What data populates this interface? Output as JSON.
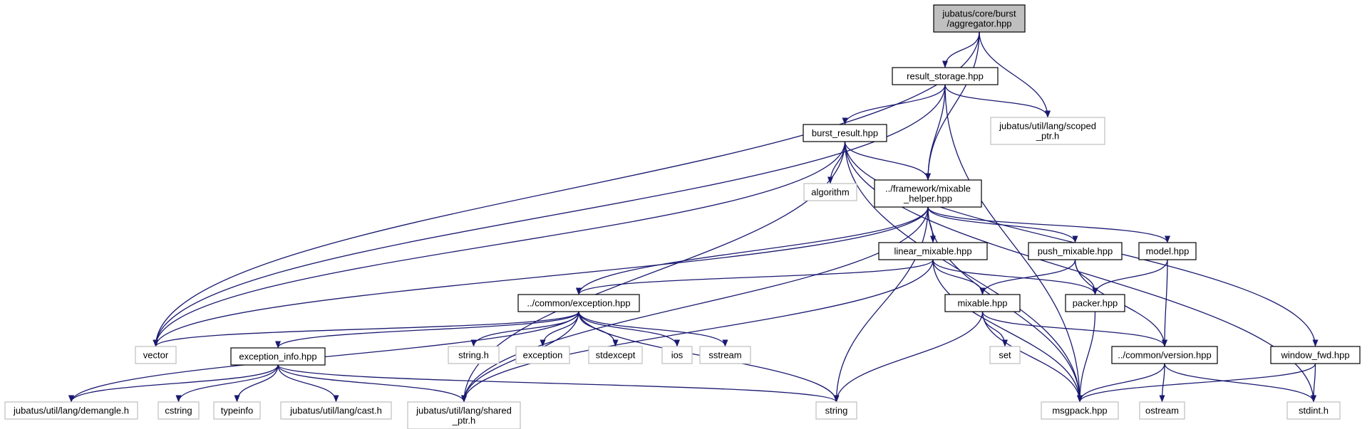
{
  "title": "",
  "colors": {
    "edge": "#191970",
    "root_fill": "#bfbfbf",
    "node_border": "#000000",
    "external_border": "#bfbfbf"
  },
  "nodes": [
    {
      "id": "aggregator",
      "kind": "root",
      "lines": [
        "jubatus/core/burst",
        "/aggregator.hpp"
      ]
    },
    {
      "id": "result_storage",
      "kind": "local",
      "lines": [
        "result_storage.hpp"
      ]
    },
    {
      "id": "scoped_ptr",
      "kind": "ext",
      "lines": [
        "jubatus/util/lang/scoped",
        "_ptr.h"
      ]
    },
    {
      "id": "burst_result",
      "kind": "local",
      "lines": [
        "burst_result.hpp"
      ]
    },
    {
      "id": "algorithm",
      "kind": "ext",
      "lines": [
        "algorithm"
      ]
    },
    {
      "id": "mixable_helper",
      "kind": "local",
      "lines": [
        "../framework/mixable",
        "_helper.hpp"
      ]
    },
    {
      "id": "linear_mixable",
      "kind": "local",
      "lines": [
        "linear_mixable.hpp"
      ]
    },
    {
      "id": "push_mixable",
      "kind": "local",
      "lines": [
        "push_mixable.hpp"
      ]
    },
    {
      "id": "model",
      "kind": "local",
      "lines": [
        "model.hpp"
      ]
    },
    {
      "id": "exception",
      "kind": "local",
      "lines": [
        "../common/exception.hpp"
      ]
    },
    {
      "id": "mixable",
      "kind": "local",
      "lines": [
        "mixable.hpp"
      ]
    },
    {
      "id": "packer",
      "kind": "local",
      "lines": [
        "packer.hpp"
      ]
    },
    {
      "id": "vector",
      "kind": "ext",
      "lines": [
        "vector"
      ]
    },
    {
      "id": "exception_info",
      "kind": "local",
      "lines": [
        "exception_info.hpp"
      ]
    },
    {
      "id": "string_h",
      "kind": "ext",
      "lines": [
        "string.h"
      ]
    },
    {
      "id": "std_exception",
      "kind": "ext",
      "lines": [
        "exception"
      ]
    },
    {
      "id": "stdexcept",
      "kind": "ext",
      "lines": [
        "stdexcept"
      ]
    },
    {
      "id": "ios",
      "kind": "ext",
      "lines": [
        "ios"
      ]
    },
    {
      "id": "sstream",
      "kind": "ext",
      "lines": [
        "sstream"
      ]
    },
    {
      "id": "set",
      "kind": "ext",
      "lines": [
        "set"
      ]
    },
    {
      "id": "version",
      "kind": "local",
      "lines": [
        "../common/version.hpp"
      ]
    },
    {
      "id": "window_fwd",
      "kind": "local",
      "lines": [
        "window_fwd.hpp"
      ]
    },
    {
      "id": "demangle",
      "kind": "ext",
      "lines": [
        "jubatus/util/lang/demangle.h"
      ]
    },
    {
      "id": "cstring",
      "kind": "ext",
      "lines": [
        "cstring"
      ]
    },
    {
      "id": "typeinfo",
      "kind": "ext",
      "lines": [
        "typeinfo"
      ]
    },
    {
      "id": "cast",
      "kind": "ext",
      "lines": [
        "jubatus/util/lang/cast.h"
      ]
    },
    {
      "id": "shared_ptr",
      "kind": "ext",
      "lines": [
        "jubatus/util/lang/shared",
        "_ptr.h"
      ]
    },
    {
      "id": "string",
      "kind": "ext",
      "lines": [
        "string"
      ]
    },
    {
      "id": "msgpack",
      "kind": "ext",
      "lines": [
        "msgpack.hpp"
      ]
    },
    {
      "id": "ostream",
      "kind": "ext",
      "lines": [
        "ostream"
      ]
    },
    {
      "id": "stdint",
      "kind": "ext",
      "lines": [
        "stdint.h"
      ]
    }
  ],
  "edges": [
    [
      "aggregator",
      "vector"
    ],
    [
      "aggregator",
      "result_storage"
    ],
    [
      "aggregator",
      "scoped_ptr"
    ],
    [
      "aggregator",
      "mixable_helper"
    ],
    [
      "result_storage",
      "vector"
    ],
    [
      "result_storage",
      "burst_result"
    ],
    [
      "result_storage",
      "mixable_helper"
    ],
    [
      "result_storage",
      "scoped_ptr"
    ],
    [
      "result_storage",
      "msgpack"
    ],
    [
      "burst_result",
      "vector"
    ],
    [
      "burst_result",
      "shared_ptr"
    ],
    [
      "burst_result",
      "algorithm"
    ],
    [
      "burst_result",
      "mixable_helper"
    ],
    [
      "burst_result",
      "msgpack"
    ],
    [
      "burst_result",
      "window_fwd"
    ],
    [
      "burst_result",
      "stdint"
    ],
    [
      "mixable_helper",
      "vector"
    ],
    [
      "mixable_helper",
      "exception"
    ],
    [
      "mixable_helper",
      "shared_ptr"
    ],
    [
      "mixable_helper",
      "string"
    ],
    [
      "mixable_helper",
      "linear_mixable"
    ],
    [
      "mixable_helper",
      "push_mixable"
    ],
    [
      "mixable_helper",
      "model"
    ],
    [
      "mixable_helper",
      "msgpack"
    ],
    [
      "linear_mixable",
      "exception"
    ],
    [
      "linear_mixable",
      "shared_ptr"
    ],
    [
      "linear_mixable",
      "mixable"
    ],
    [
      "linear_mixable",
      "packer"
    ],
    [
      "linear_mixable",
      "msgpack"
    ],
    [
      "push_mixable",
      "mixable"
    ],
    [
      "push_mixable",
      "packer"
    ],
    [
      "push_mixable",
      "version"
    ],
    [
      "model",
      "packer"
    ],
    [
      "model",
      "version"
    ],
    [
      "exception",
      "vector"
    ],
    [
      "exception",
      "demangle"
    ],
    [
      "exception",
      "exception_info"
    ],
    [
      "exception",
      "shared_ptr"
    ],
    [
      "exception",
      "string_h"
    ],
    [
      "exception",
      "std_exception"
    ],
    [
      "exception",
      "stdexcept"
    ],
    [
      "exception",
      "ios"
    ],
    [
      "exception",
      "sstream"
    ],
    [
      "exception",
      "string"
    ],
    [
      "exception_info",
      "demangle"
    ],
    [
      "exception_info",
      "cstring"
    ],
    [
      "exception_info",
      "typeinfo"
    ],
    [
      "exception_info",
      "cast"
    ],
    [
      "exception_info",
      "shared_ptr"
    ],
    [
      "exception_info",
      "string"
    ],
    [
      "mixable",
      "set"
    ],
    [
      "mixable",
      "string"
    ],
    [
      "mixable",
      "version"
    ],
    [
      "mixable",
      "msgpack"
    ],
    [
      "packer",
      "msgpack"
    ],
    [
      "version",
      "msgpack"
    ],
    [
      "version",
      "ostream"
    ],
    [
      "version",
      "stdint"
    ],
    [
      "window_fwd",
      "msgpack"
    ],
    [
      "window_fwd",
      "stdint"
    ]
  ]
}
